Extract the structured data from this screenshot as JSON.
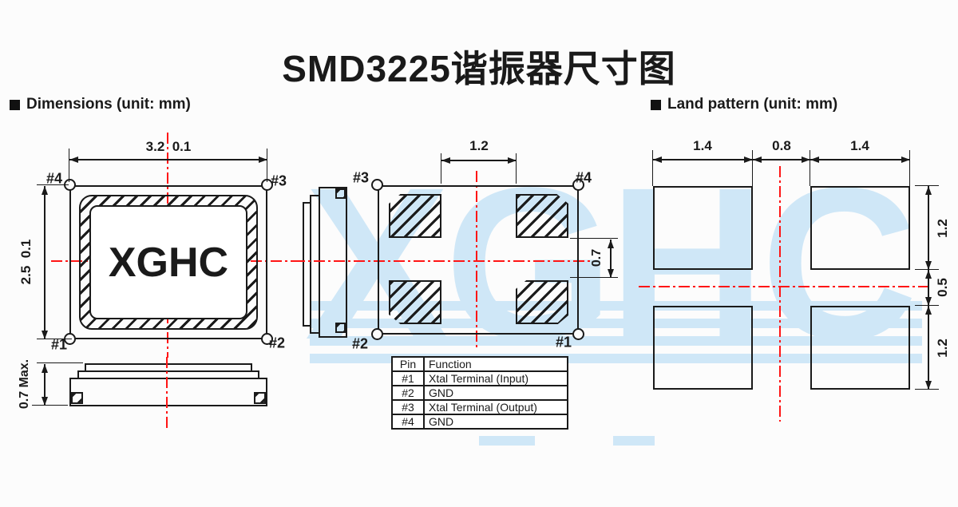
{
  "title": "SMD3225谐振器尺寸图",
  "sections": {
    "dimensions": "Dimensions (unit: mm)",
    "land": "Land pattern (unit: mm)"
  },
  "top_view": {
    "logo": "XGHC",
    "dim_width": "3.2  0.1",
    "dim_height": "2.5  0.1",
    "pin_tl": "#4",
    "pin_tr": "#3",
    "pin_bl": "#1",
    "pin_br": "#2"
  },
  "side_view": {
    "dim_height": "0.7 Max."
  },
  "bottom_view": {
    "pin_tl": "#3",
    "pin_tr": "#4",
    "pin_bl": "#2",
    "pin_br": "#1",
    "dim_gap_x": "1.2",
    "dim_gap_y": "0.7"
  },
  "land_pattern": {
    "dim_pad_w_left": "1.4",
    "dim_gap_x": "0.8",
    "dim_pad_w_right": "1.4",
    "dim_pad_h_top": "1.2",
    "dim_gap_y": "0.5",
    "dim_pad_h_bottom": "1.2"
  },
  "pin_table": {
    "headers": [
      "Pin",
      "Function"
    ],
    "rows": [
      [
        "#1",
        "Xtal Terminal (Input)"
      ],
      [
        "#2",
        "GND"
      ],
      [
        "#3",
        "Xtal Terminal (Output)"
      ],
      [
        "#4",
        "GND"
      ]
    ]
  },
  "watermark": {
    "text": "XGHC"
  },
  "colors": {
    "line": "#1a1a1a",
    "centerline": "#ff1515",
    "watermark": "#cfe7f7"
  }
}
